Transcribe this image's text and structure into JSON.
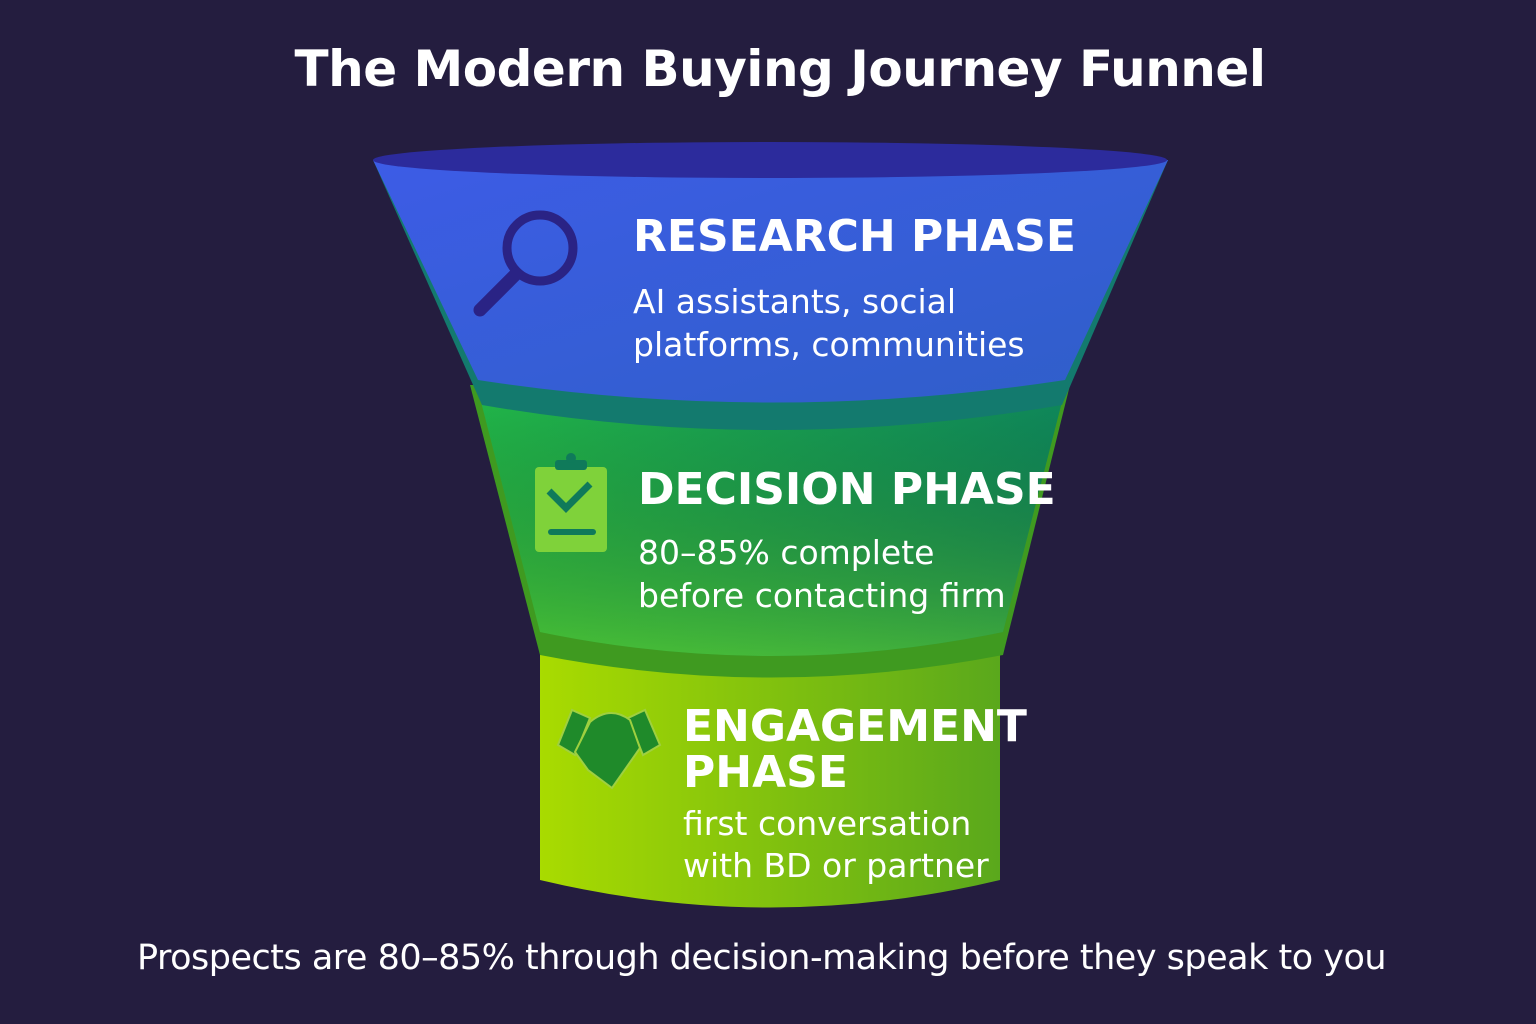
{
  "title": "The Modern Buying Journey Funnel",
  "stages": [
    {
      "title": "RESEARCH PHASE",
      "lines": [
        "AI assistants, social",
        "platforms, communities"
      ],
      "icon": "magnifier-icon",
      "color": "#3a5fe0"
    },
    {
      "title": "DECISION PHASE",
      "lines": [
        "80–85% complete",
        "before contacting firm"
      ],
      "icon": "clipboard-check-icon",
      "color": "#16a34f"
    },
    {
      "title_lines": [
        "ENGAGEMENT",
        "PHASE"
      ],
      "lines": [
        "first conversation",
        "with BD or partner"
      ],
      "icon": "handshake-icon",
      "color": "#8fcc10"
    }
  ],
  "footer": "Prospects are 80–85% through decision-making before they speak to you"
}
